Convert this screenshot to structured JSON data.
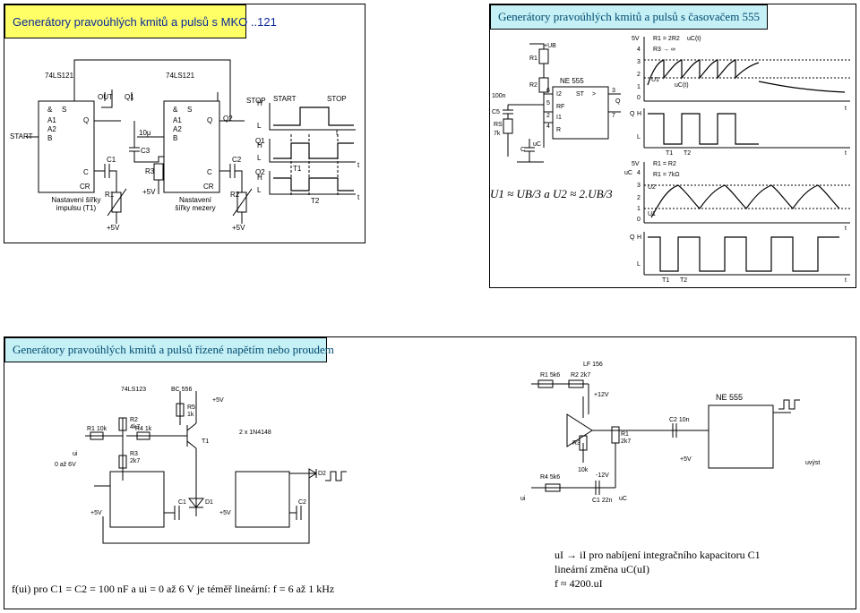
{
  "panels": {
    "mko": {
      "title": "Generátory pravoúhlých kmitů a pulsů s MKO ..121"
    },
    "timer": {
      "title": "Generátory pravoúhlých kmitů a pulsů s časovačem 555"
    },
    "voltage": {
      "title": "Generátory pravoúhlých kmitů a pulsů řízené napětím nebo proudem"
    }
  },
  "mko": {
    "ic1_name": "74LS121",
    "ic2_name": "74LS121",
    "out_label": "OUT",
    "q1_label": "Q1",
    "q2_label": "Q2",
    "start_label": "START",
    "stop_label": "STOP",
    "start_stop_label": "START",
    "plus5v": "+5V",
    "cap_10u": "10μ",
    "pulse_width_label": "Nastavení šířky impulsu (T1)",
    "gap_width_label": "Nastavení šířky mezery",
    "t1_label": "T1",
    "t2_label": "T2",
    "h_label": "H",
    "l_label": "L",
    "t_label": "t",
    "pins": {
      "amp": "&",
      "a1": "A1",
      "a2": "A2",
      "b": "B",
      "s": "S",
      "q": "Q",
      "c": "C",
      "cr": "CR",
      "r1": "R1",
      "r2": "R2",
      "r3": "R3",
      "c1": "C1",
      "c2": "C2",
      "c3": "C3"
    }
  },
  "timer": {
    "chip": "NE 555",
    "ub": "+UB",
    "r1": "R1",
    "r2": "R2",
    "c": "C",
    "c5": "C5",
    "rs": "RS",
    "rs_val": "7k",
    "c_100n": "100n",
    "uc": "uC",
    "q": "Q",
    "pins": {
      "p6": "6",
      "p5": "5",
      "p2": "2",
      "p4": "4",
      "p3": "3",
      "p7": "7",
      "i2": "I2",
      "rf": "RF",
      "i1": "I1",
      "r": "R",
      "st": "ST",
      "gt": ">"
    },
    "formula": "U1 ≈ UB/3  a  U2 ≈ 2.UB/3",
    "graph1": {
      "v5": "5V",
      "cond1": "R1 = 2R2",
      "cond2": "R3 → ∞",
      "uct": "uC(t)",
      "u1": "U1",
      "ticks": [
        "4",
        "3",
        "2",
        "1",
        "0"
      ]
    },
    "graph2": {
      "v5": "5V",
      "cond1": "R1 = R2",
      "cond2": "R1 = 7kΩ",
      "u2": "U2",
      "u1": "U1",
      "ticks": [
        "4",
        "3",
        "2",
        "1",
        "0"
      ]
    },
    "h": "H",
    "l": "L",
    "t": "t",
    "t1": "T1",
    "t2": "T2"
  },
  "voltage": {
    "ic_name": "74LS123",
    "bc_name": "BC 556",
    "diodes": "2 x 1N4148",
    "d1": "D1",
    "d2": "D2",
    "t1": "T1",
    "r1": "R1 10k",
    "r2": "R2",
    "r2_val": "4k7",
    "r3": "R3",
    "r3_val": "2k7",
    "r4": "R4 1k",
    "r5": "R5",
    "r5_val": "1k",
    "plus5v": "+5V",
    "ui": "ui",
    "range": "0 až 6V",
    "c1": "C1",
    "c2": "C2",
    "lf": "LF 156",
    "lf_r1": "R1 5k6",
    "lf_r2": "R2 2k7",
    "lf_r4": "R4 5k6",
    "lf_r3": "R3",
    "lf_r1b": "R1",
    "lf_r1b_val": "2k7",
    "r10k": "10k",
    "p12": "+12V",
    "m12": "-12V",
    "ne555": "NE 555",
    "c2_10n": "C2 10n",
    "c1_22n": "C1 22n",
    "uc": "uC",
    "uvyst": "uvýst",
    "ui2": "ui",
    "formula_f": "f(ui)  pro C1 = C2 = 100 nF  a  ui = 0 až 6 V  je téměř lineární: f = 6 až 1 kHz",
    "notes": [
      "uI → iI pro nabíjení integračního kapacitoru C1",
      "lineární změna uC(uI)",
      "f ≈ 4200.uI"
    ]
  }
}
